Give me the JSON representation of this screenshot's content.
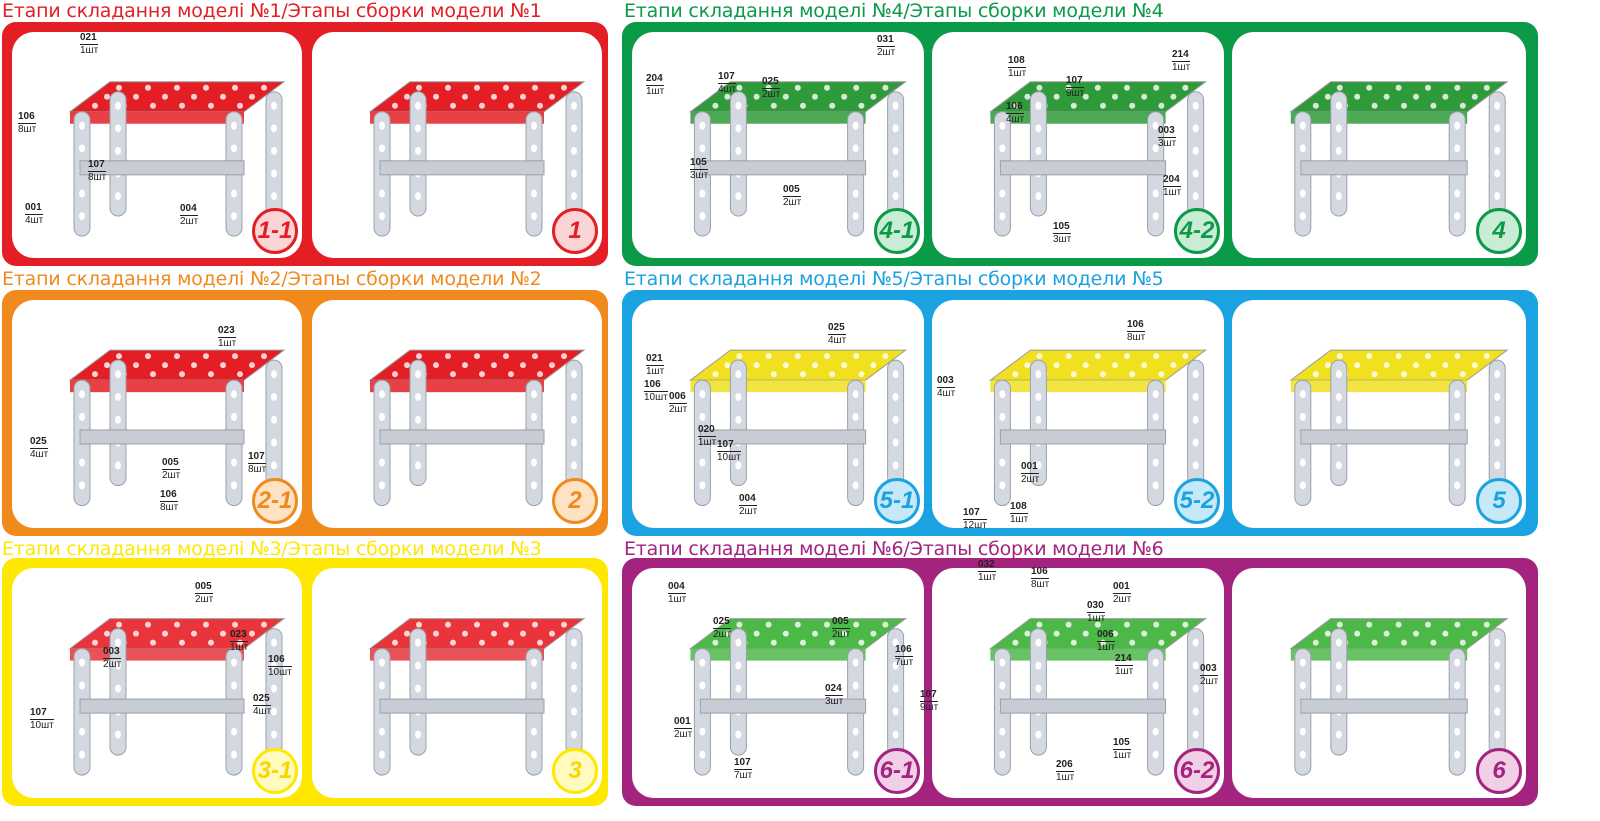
{
  "colors": {
    "red": "#e31e24",
    "orange": "#f08a1d",
    "yellow": "#ffe800",
    "green": "#0a9a48",
    "blue": "#1aa3e0",
    "purple": "#a3237f"
  },
  "sections": [
    {
      "title": "Етапи складання моделі №1/Этапы сборки модели №1",
      "color": "#e31e24",
      "badge_fill": "#fbd5d5",
      "panels": [
        {
          "step": "1-1",
          "labels": [
            {
              "num": "021",
              "count": "1шт"
            },
            {
              "num": "106",
              "count": "8шт"
            },
            {
              "num": "107",
              "count": "8шт"
            },
            {
              "num": "001",
              "count": "4шт"
            },
            {
              "num": "004",
              "count": "2шт"
            }
          ]
        },
        {
          "step": "1",
          "labels": []
        }
      ]
    },
    {
      "title": "Етапи складання моделі №2/Этапы сборки модели №2",
      "color": "#f08a1d",
      "badge_fill": "#fde3c4",
      "panels": [
        {
          "step": "2-1",
          "labels": [
            {
              "num": "023",
              "count": "1шт"
            },
            {
              "num": "025",
              "count": "4шт"
            },
            {
              "num": "005",
              "count": "2шт"
            },
            {
              "num": "107",
              "count": "8шт"
            },
            {
              "num": "106",
              "count": "8шт"
            }
          ]
        },
        {
          "step": "2",
          "labels": []
        }
      ]
    },
    {
      "title": "Етапи складання моделі №3/Этапы сборки модели №3",
      "color": "#ffe800",
      "badge_fill": "#fffac0",
      "panels": [
        {
          "step": "3-1",
          "labels": [
            {
              "num": "005",
              "count": "2шт"
            },
            {
              "num": "023",
              "count": "1шт"
            },
            {
              "num": "003",
              "count": "2шт"
            },
            {
              "num": "106",
              "count": "10шт"
            },
            {
              "num": "025",
              "count": "4шт"
            },
            {
              "num": "107",
              "count": "10шт"
            }
          ]
        },
        {
          "step": "3",
          "labels": []
        }
      ]
    },
    {
      "title": "Етапи складання моделі №4/Этапы сборки модели №4",
      "color": "#0a9a48",
      "badge_fill": "#c9ecd5",
      "panels": [
        {
          "step": "4-1",
          "labels": [
            {
              "num": "204",
              "count": "1шт"
            },
            {
              "num": "107",
              "count": "4шт"
            },
            {
              "num": "025",
              "count": "2шт"
            },
            {
              "num": "031",
              "count": "2шт"
            },
            {
              "num": "105",
              "count": "3шт"
            },
            {
              "num": "005",
              "count": "2шт"
            }
          ]
        },
        {
          "step": "4-2",
          "labels": [
            {
              "num": "108",
              "count": "1шт"
            },
            {
              "num": "214",
              "count": "1шт"
            },
            {
              "num": "107",
              "count": "9шт"
            },
            {
              "num": "106",
              "count": "4шт"
            },
            {
              "num": "003",
              "count": "3шт"
            },
            {
              "num": "204",
              "count": "1шт"
            },
            {
              "num": "105",
              "count": "3шт"
            }
          ]
        },
        {
          "step": "4",
          "labels": []
        }
      ]
    },
    {
      "title": "Етапи складання моделі №5/Этапы сборки модели №5",
      "color": "#1aa3e0",
      "badge_fill": "#c6e9f8",
      "panels": [
        {
          "step": "5-1",
          "labels": [
            {
              "num": "021",
              "count": "1шт"
            },
            {
              "num": "025",
              "count": "4шт"
            },
            {
              "num": "106",
              "count": "10шт"
            },
            {
              "num": "006",
              "count": "2шт"
            },
            {
              "num": "020",
              "count": "1шт"
            },
            {
              "num": "107",
              "count": "10шт"
            },
            {
              "num": "004",
              "count": "2шт"
            }
          ]
        },
        {
          "step": "5-2",
          "labels": [
            {
              "num": "106",
              "count": "8шт"
            },
            {
              "num": "003",
              "count": "4шт"
            },
            {
              "num": "001",
              "count": "2шт"
            },
            {
              "num": "108",
              "count": "1шт"
            },
            {
              "num": "107",
              "count": "12шт"
            }
          ]
        },
        {
          "step": "5",
          "labels": []
        }
      ]
    },
    {
      "title": "Етапи складання моделі №6/Этапы сборки модели №6",
      "color": "#a3237f",
      "badge_fill": "#f1cfe6",
      "panels": [
        {
          "step": "6-1",
          "labels": [
            {
              "num": "004",
              "count": "1шт"
            },
            {
              "num": "025",
              "count": "2шт"
            },
            {
              "num": "005",
              "count": "2шт"
            },
            {
              "num": "106",
              "count": "7шт"
            },
            {
              "num": "024",
              "count": "3шт"
            },
            {
              "num": "001",
              "count": "2шт"
            },
            {
              "num": "107",
              "count": "7шт"
            }
          ]
        },
        {
          "step": "6-2",
          "labels": [
            {
              "num": "032",
              "count": "1шт"
            },
            {
              "num": "106",
              "count": "8шт"
            },
            {
              "num": "001",
              "count": "2шт"
            },
            {
              "num": "030",
              "count": "1шт"
            },
            {
              "num": "006",
              "count": "1шт"
            },
            {
              "num": "214",
              "count": "1шт"
            },
            {
              "num": "003",
              "count": "2шт"
            },
            {
              "num": "107",
              "count": "9шт"
            },
            {
              "num": "105",
              "count": "1шт"
            },
            {
              "num": "206",
              "count": "1шт"
            }
          ]
        },
        {
          "step": "6",
          "labels": []
        }
      ]
    }
  ]
}
